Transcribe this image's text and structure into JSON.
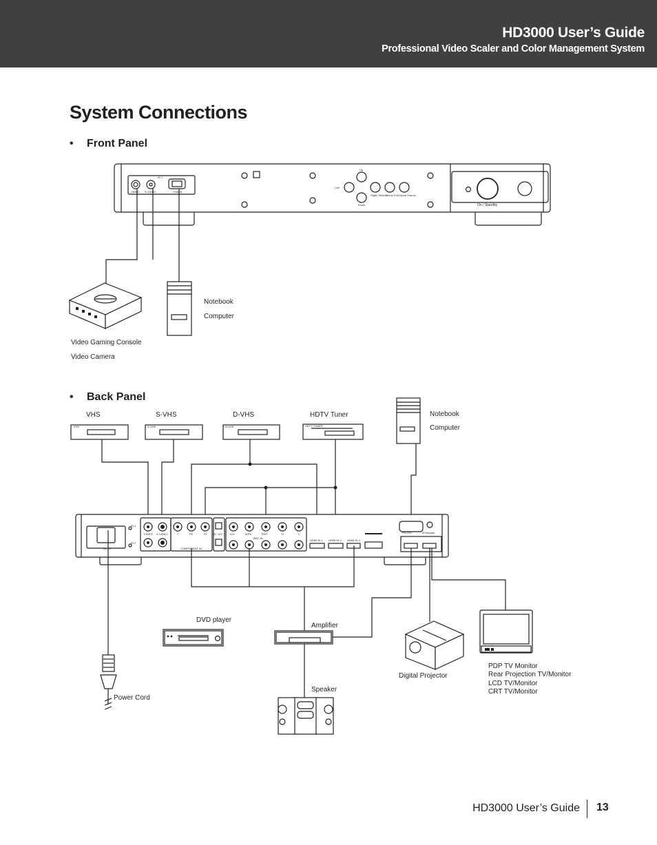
{
  "header": {
    "title": "HD3000 User’s Guide",
    "subtitle": "Professional Video Scaler and Color Management System"
  },
  "page_title": "System Connections",
  "front_panel": {
    "heading": "Front Panel",
    "port_labels": [
      "IN 1",
      "VIDEO",
      "S-VIDEO",
      "VGA IN"
    ],
    "button_labels": [
      "Up",
      "Left",
      "Right/ Select",
      "Down",
      "Menu/ Exit",
      "Input/ Source"
    ],
    "power_label": "On / Standby",
    "devices": {
      "gaming": "Video Gaming Console",
      "camera": "Video Camera",
      "notebook": "Notebook",
      "computer": "Computer"
    }
  },
  "back_panel": {
    "heading": "Back Panel",
    "sources": {
      "vhs": "VHS",
      "svhs": "S-VHS",
      "dvhs": "D-VHS",
      "hdtv": "HDTV Tuner",
      "notebook": "Notebook",
      "computer": "Computer"
    },
    "device_tags": {
      "vhs": "VHS",
      "svhs": "S-VHS",
      "dvhs": "D-VHS",
      "hdtv": "HDTV TUNER"
    },
    "panel_labels": [
      "IN 1",
      "IN 2",
      "VIDEO",
      "S-VIDEO",
      "Y",
      "Pb",
      "Pr",
      "DC 12V",
      "COMPONENT IN",
      "G/Y",
      "B/Pb",
      "R/Pr",
      "H",
      "V",
      "BNC IN",
      "AC IN",
      "HDMI IN 1",
      "HDMI IN 2",
      "HDMI IN 3",
      "RS-232",
      "IR Module"
    ],
    "outputs": {
      "dvd": "DVD player",
      "amplifier": "Amplifier",
      "speaker": "Speaker",
      "projector": "Digital Projector",
      "power": "Power Cord",
      "monitors": [
        "PDP TV Monitor",
        "Rear Projection TV/Monitor",
        "LCD TV/Monitor",
        "CRT TV/Monitor"
      ]
    }
  },
  "footer": {
    "text": "HD3000 User’s Guide",
    "page_number": "13"
  }
}
